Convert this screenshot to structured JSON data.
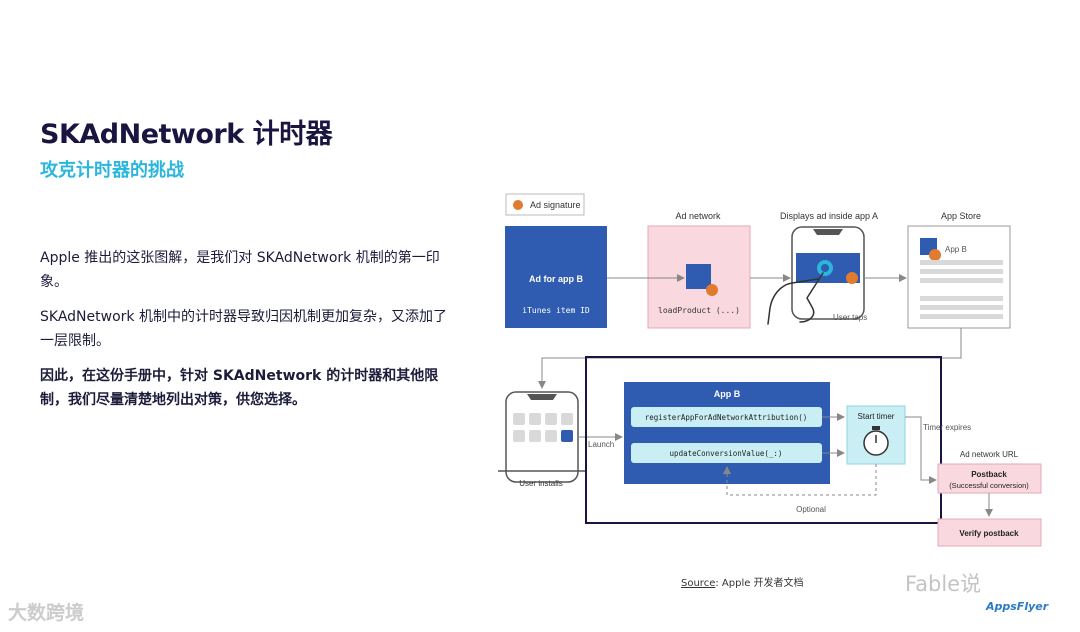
{
  "page": {
    "title": "SKAdNetwork 计时器",
    "subtitle": "攻克计时器的挑战",
    "paragraphs": [
      "Apple 推出的这张图解，是我们对 SKAdNetwork 机制的第一印象。",
      "SKAdNetwork 机制中的计时器导致归因机制更加复杂，又添加了一层限制。",
      "因此，在这份手册中，针对 SKAdNetwork 的计时器和其他限制，我们尽量清楚地列出对策，供您选择。"
    ]
  },
  "diagram": {
    "legend": "Ad signature",
    "ad_box": {
      "line1": "Ad for app B",
      "line2": "iTunes item ID"
    },
    "ad_network": {
      "label": "Ad network",
      "code": "loadProduct (...)"
    },
    "display": {
      "label": "Displays ad inside app A",
      "caption": "User taps"
    },
    "app_store": {
      "label": "App Store",
      "app_name": "App B"
    },
    "installs": {
      "caption": "User installs",
      "launch": "Launch"
    },
    "app_b": {
      "title": "App B",
      "call1": "registerAppForAdNetworkAttribution()",
      "call2": "updateConversionValue(_:)"
    },
    "timer": {
      "label": "Start timer",
      "expires": "Timer expires"
    },
    "optional": "Optional",
    "ad_network_url": "Ad network URL",
    "postback": {
      "line1": "Postback",
      "line2": "(Successful conversion)"
    },
    "verify": "Verify postback",
    "colors": {
      "blue": "#2f5bb0",
      "orange": "#e07b2f",
      "pink": "#f9d9df",
      "cyan": "#c9eef3",
      "frame": "#1a1440"
    }
  },
  "source": {
    "label": "Source",
    "text": ": Apple 开发者文档"
  },
  "watermarks": {
    "left": "大数跨境",
    "right": "Fable说",
    "brand": "AppsFlyer"
  }
}
